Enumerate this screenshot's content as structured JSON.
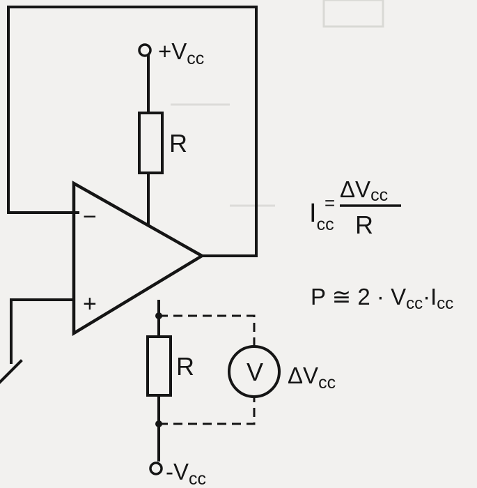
{
  "labels": {
    "vcc_pos": "+V",
    "vcc_pos_sub": "cc",
    "vcc_neg": "-V",
    "vcc_neg_sub": "cc",
    "resistor_top": "R",
    "resistor_bottom": "R",
    "input_minus": "−",
    "input_plus": "+",
    "voltmeter": "V",
    "delta_vcc": "ΔV",
    "delta_vcc_sub": "cc"
  },
  "formulas": {
    "current_lhs": "I",
    "current_lhs_sub": "cc",
    "current_eq": "=",
    "current_num": "ΔV",
    "current_num_sub": "cc",
    "current_den": "R",
    "power": "P ≅ 2 · V",
    "power_sub1": "cc",
    "power_dot": "·I",
    "power_sub2": "cc"
  },
  "colors": {
    "ink": "#151515",
    "paper": "#f2f1ef"
  }
}
